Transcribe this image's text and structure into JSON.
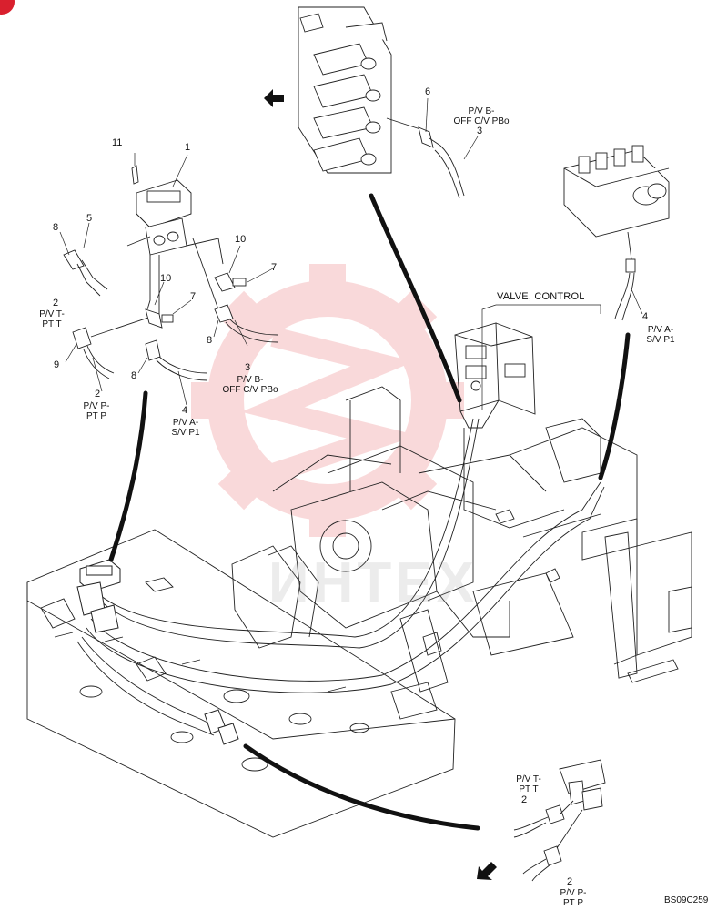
{
  "diagram": {
    "reference_code": "BS09C259",
    "watermark_text": "ИНТЕХ",
    "main_label": "VALVE, CONTROL",
    "callouts": {
      "c11": "11",
      "c1": "1",
      "c8a": "8",
      "c5": "5",
      "c10a": "10",
      "c7a": "7",
      "c10b": "10",
      "c7b": "7",
      "c2a": "2",
      "c8b": "8",
      "c9": "9",
      "c3a": "3",
      "c8c": "8",
      "c4a": "4",
      "c2b": "2",
      "c6": "6",
      "c3b": "3",
      "c4b": "4",
      "c2c": "2",
      "c2d": "2"
    },
    "hose_labels": {
      "pvt_line1": "P/V T-",
      "pvt_line2": "PT T",
      "pvp_line1": "P/V P-",
      "pvp_line2": "PT P",
      "pvb_line1": "P/V B-",
      "pvb_line2": "OFF C/V PBo",
      "pva_line1": "P/V A-",
      "pva_line2": "S/V P1",
      "top_pvb_line1": "P/V B-",
      "top_pvb_line2": "OFF C/V PBo",
      "right_pva_line1": "P/V A-",
      "right_pva_line2": "S/V P1",
      "bottom_pvt_line1": "P/V T-",
      "bottom_pvt_line2": "PT T",
      "bottom_pvp_line1": "P/V P-",
      "bottom_pvp_line2": "PT P"
    },
    "colors": {
      "line": "#222222",
      "watermark": "#e8585a",
      "badge": "#d9202e"
    }
  }
}
